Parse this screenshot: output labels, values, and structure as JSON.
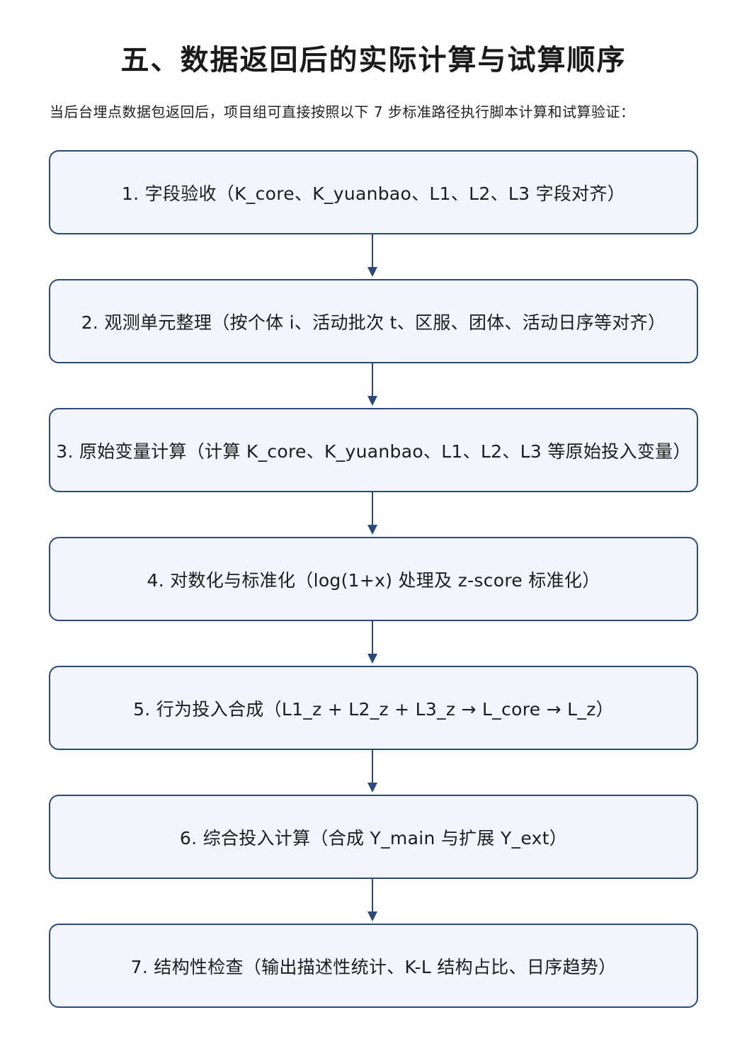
{
  "title": "五、数据返回后的实际计算与试算顺序",
  "intro": "当后台埋点数据包返回后，项目组可直接按照以下 7 步标准路径执行脚本计算和试算验证：",
  "colors": {
    "box_border": "#2b4a7c",
    "box_fill": "#f2f6fc",
    "arrow": "#2b4a7c"
  },
  "steps": [
    {
      "label": "1. 字段验收（K_core、K_yuanbao、L1、L2、L3 字段对齐）"
    },
    {
      "label": "2. 观测单元整理（按个体 i、活动批次 t、区服、团体、活动日序等对齐）"
    },
    {
      "label": "3. 原始变量计算（计算 K_core、K_yuanbao、L1、L2、L3 等原始投入变量）"
    },
    {
      "label": "4. 对数化与标准化（log(1+x) 处理及 z-score 标准化）"
    },
    {
      "label": "5. 行为投入合成（L1_z + L2_z + L3_z → L_core → L_z）"
    },
    {
      "label": "6. 综合投入计算（合成 Y_main 与扩展 Y_ext）"
    },
    {
      "label": "7. 结构性检查（输出描述性统计、K-L 结构占比、日序趋势）"
    }
  ]
}
